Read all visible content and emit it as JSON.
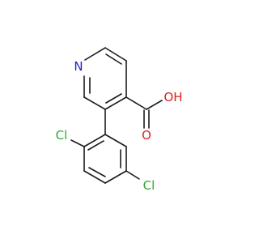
{
  "molecule": {
    "atoms": {
      "nitrogen": {
        "label": "N",
        "color": "#2020d0"
      },
      "hydroxyl": {
        "label": "OH",
        "color": "#e02020"
      },
      "carbonyl_oxygen": {
        "label": "O",
        "color": "#e02020"
      },
      "chlorine_ortho": {
        "label": "Cl",
        "color": "#2fa82f"
      },
      "chlorine_meta": {
        "label": "Cl",
        "color": "#2fa82f"
      }
    }
  }
}
